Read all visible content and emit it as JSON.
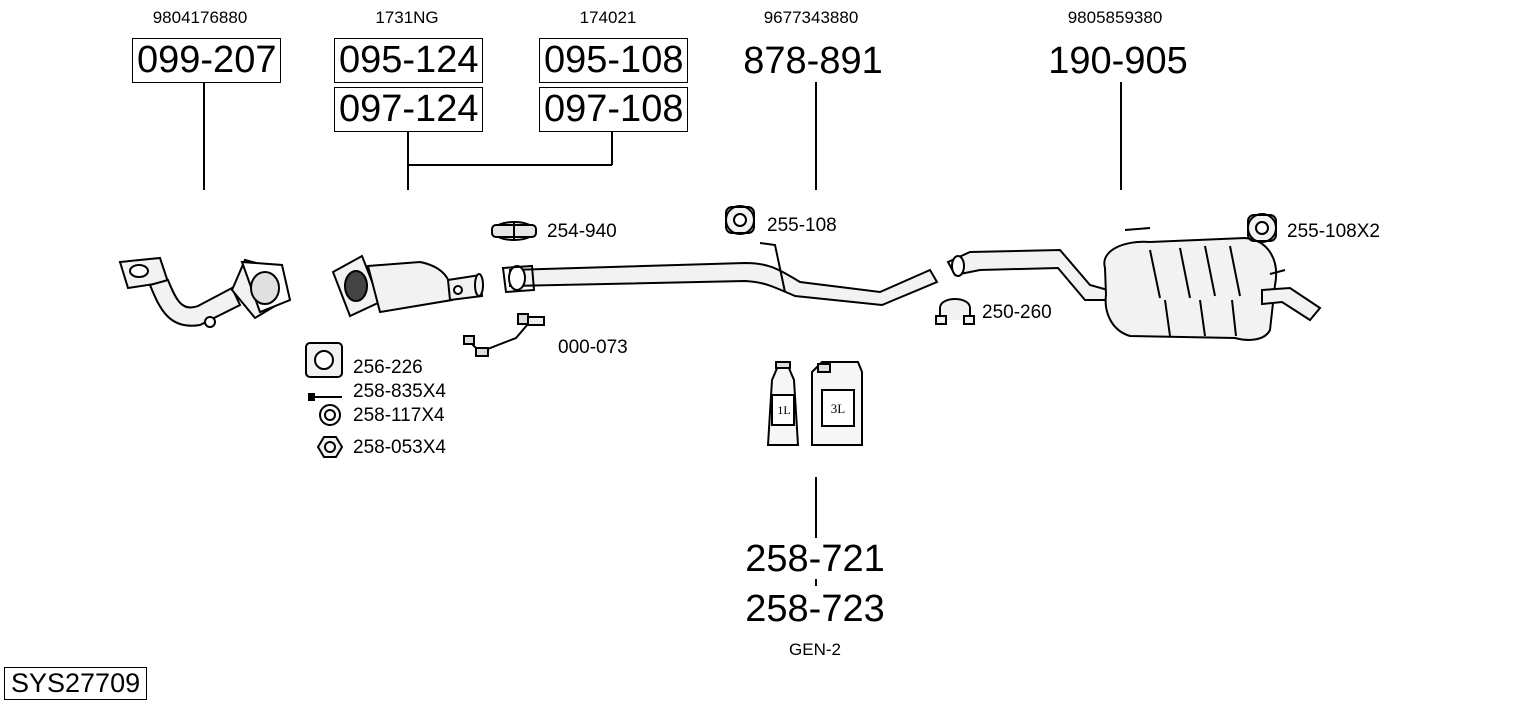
{
  "oem_numbers": [
    "9804176880",
    "1731NG",
    "174021",
    "9677343880",
    "9805859380"
  ],
  "part_numbers": {
    "catalyst_front": "099-207",
    "catalyst_mid_a": "095-124",
    "catalyst_mid_b": "097-124",
    "catalyst_dpf_a": "095-108",
    "catalyst_dpf_b": "097-108",
    "middle_pipe": "878-891",
    "rear_silencer": "190-905",
    "fluid_a": "258-721",
    "fluid_b": "258-723"
  },
  "accessories": {
    "clamp_front": "254-940",
    "rubber_mount_mid": "255-108",
    "rubber_mount_rear": "255-108X2",
    "clamp_rear": "250-260",
    "sensor": "000-073",
    "gasket": "256-226",
    "bolt": "258-835X4",
    "washer": "258-117X4",
    "nut": "258-053X4"
  },
  "fluid_note": "GEN-2",
  "canister_labels": [
    "1L",
    "3L"
  ],
  "system_id": "SYS27709"
}
